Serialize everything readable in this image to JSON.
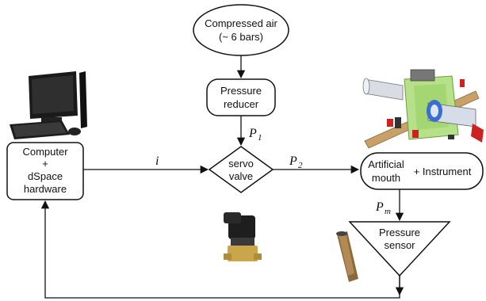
{
  "nodes": {
    "compressed_air": {
      "line1": "Compressed air",
      "line2": "(~ 6 bars)"
    },
    "pressure_reducer": {
      "line1": "Pressure",
      "line2": "reducer"
    },
    "computer": {
      "line1": "Computer",
      "line2": "+",
      "line3": "dSpace",
      "line4": "hardware"
    },
    "servo_valve": {
      "line1": "servo",
      "line2": "valve"
    },
    "artificial_mouth": {
      "line1": "Artificial",
      "line2": "mouth",
      "instrument": "+ Instrument"
    },
    "pressure_sensor": {
      "line1": "Pressure",
      "line2": "sensor"
    }
  },
  "edge_labels": {
    "p1": {
      "base": "P",
      "sub": "1"
    },
    "p2": {
      "base": "P",
      "sub": "2"
    },
    "pm": {
      "base": "P",
      "sub": "m"
    },
    "i": "i"
  },
  "colors": {
    "stroke": "#111111",
    "fill": "#ffffff",
    "rubber": "#8a6a3a",
    "metal": "#2b2b2b",
    "brass": "#c9a64a",
    "green": "#7fbf3f",
    "blue": "#3a6fd1",
    "red": "#cc2222"
  }
}
